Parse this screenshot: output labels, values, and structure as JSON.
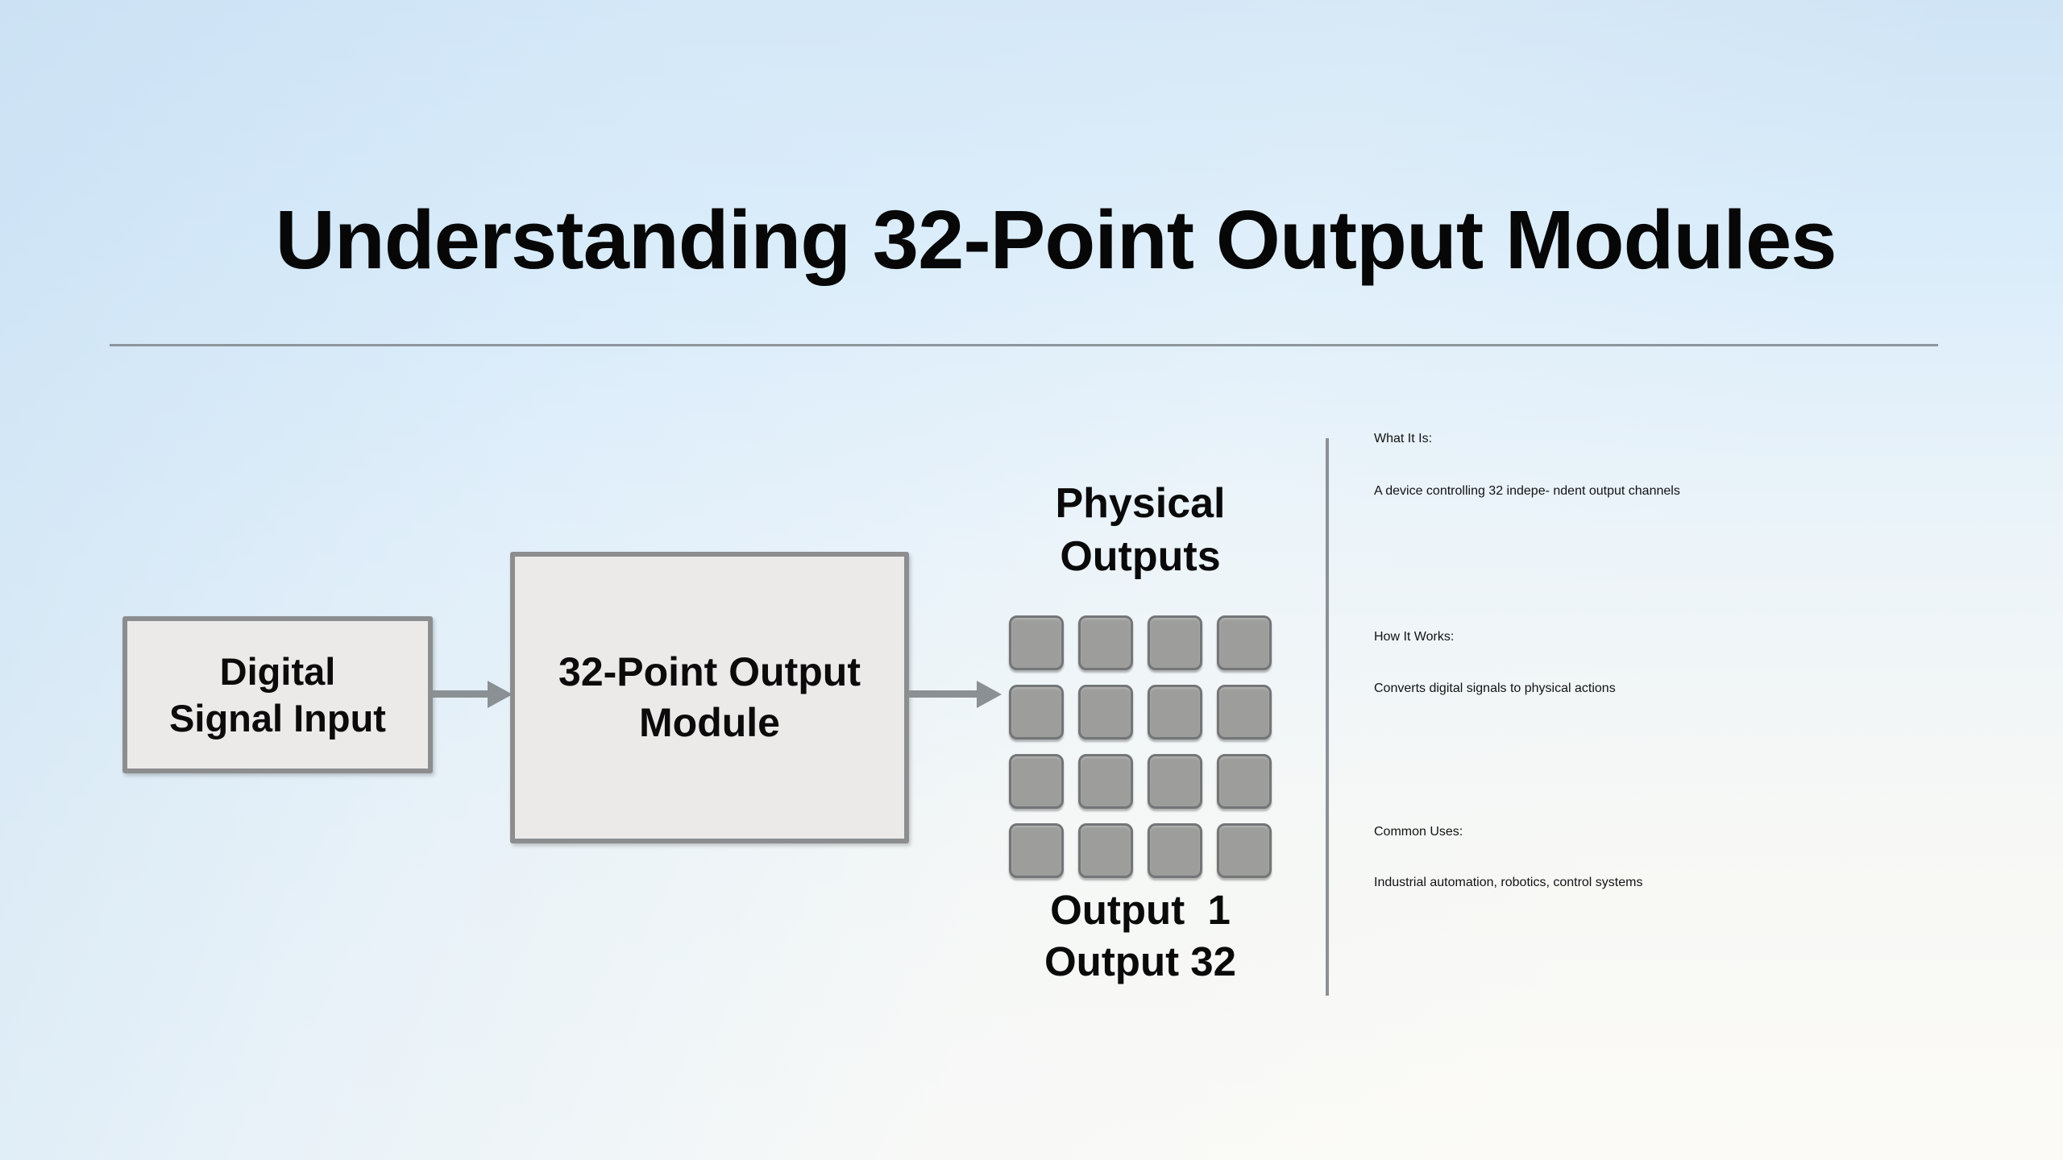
{
  "title": "Understanding 32-Point Output Modules",
  "diagram": {
    "input_box_label": "Digital\nSignal Input",
    "module_box_label": "32-Point Output\nModule",
    "outputs_title": "Physical\nOutputs",
    "output_first_label": "Output  1",
    "output_last_label": "Output 32",
    "grid": {
      "rows": 4,
      "cols": 4,
      "points_shown": 16,
      "total_points": 32
    }
  },
  "info_panel": {
    "sections": [
      {
        "heading": "What It Is:",
        "body": "A device controlling 32 indepe-\nndent output channels"
      },
      {
        "heading": "How It Works:",
        "body": "Converts digital signals to\nphysical actions"
      },
      {
        "heading": "Common Uses:",
        "body": "Industrial automation,\nrobotics, control systems"
      }
    ]
  },
  "colors": {
    "background_top": "#cfe4f5",
    "background_bottom": "#fbfaf6",
    "box_fill": "#eceae8",
    "box_border": "#8c8d8f",
    "arrow": "#8a9093",
    "grid_cell_fill": "#9d9d9b",
    "grid_cell_border": "#737577",
    "divider": "#8e959c",
    "text": "#0b0b0c"
  }
}
